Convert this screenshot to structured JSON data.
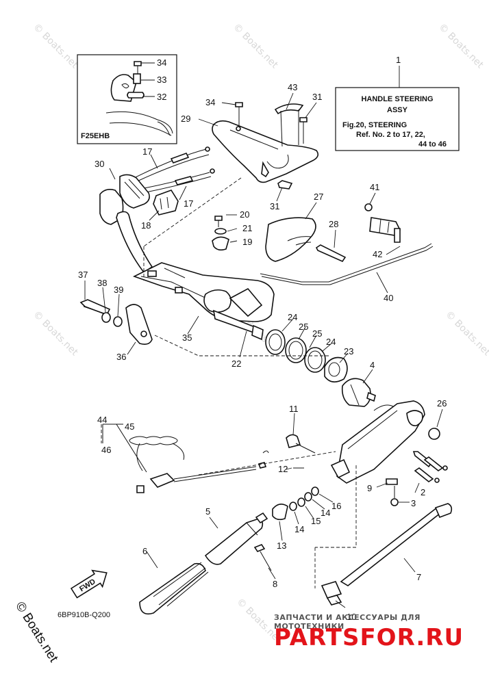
{
  "inset": {
    "model": "F25EHB",
    "callouts": [
      "34",
      "33",
      "32"
    ]
  },
  "note": {
    "callout": "1",
    "title_line1": "HANDLE STEERING",
    "title_line2": "ASSY",
    "fig_line": "Fig.20, STEERING",
    "ref_line1": "Ref. No. 2 to 17, 22,",
    "ref_line2": "44 to 46"
  },
  "callouts": [
    "2",
    "3",
    "4",
    "5",
    "6",
    "7",
    "8",
    "9",
    "10",
    "11",
    "12",
    "13",
    "14",
    "14",
    "15",
    "16",
    "17",
    "17",
    "18",
    "19",
    "20",
    "21",
    "22",
    "23",
    "24",
    "24",
    "25",
    "25",
    "26",
    "27",
    "28",
    "29",
    "30",
    "31",
    "31",
    "34",
    "35",
    "36",
    "37",
    "38",
    "39",
    "40",
    "41",
    "42",
    "43",
    "44",
    "45",
    "46"
  ],
  "fwd_label": "FWD",
  "drawing_code": "6BP910B-Q200",
  "watermark": "© Boats.net",
  "site_banner": "ЗАПЧАСТИ И АКСЕССУАРЫ ДЛЯ МОТОТЕХНИКИ",
  "site_logo": "PARTSFOR.RU"
}
